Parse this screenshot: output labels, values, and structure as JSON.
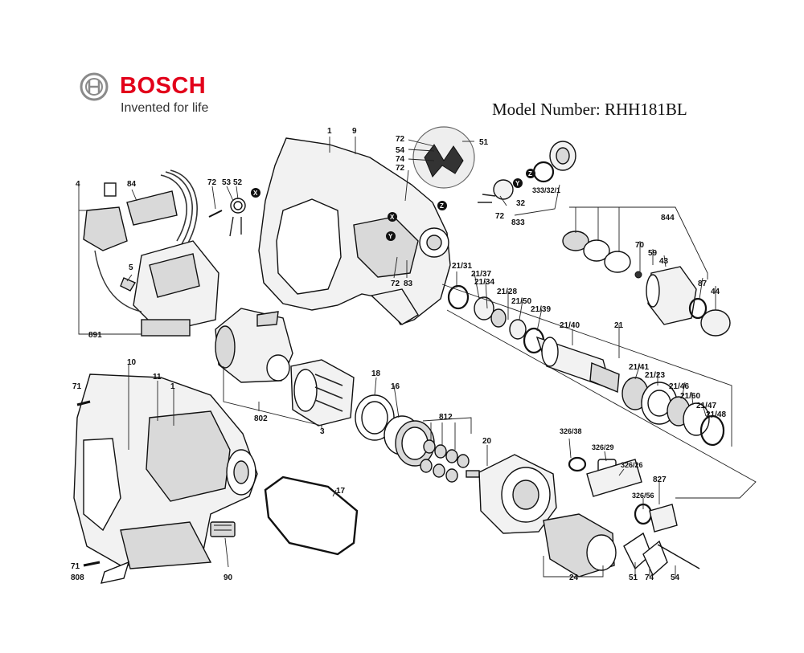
{
  "brand": {
    "name": "BOSCH",
    "tagline": "Invented for life"
  },
  "model": {
    "label": "Model Number: RHH181BL"
  },
  "callouts": [
    "1",
    "9",
    "72",
    "54",
    "74",
    "51",
    "4",
    "84",
    "53",
    "52",
    "5",
    "891",
    "83",
    "833",
    "32",
    "333/32/1",
    "844",
    "70",
    "59",
    "43",
    "87",
    "44",
    "21/31",
    "21/37",
    "21/34",
    "21/28",
    "21/50",
    "21/39",
    "21/40",
    "21",
    "21/41",
    "21/23",
    "21/46",
    "21/60",
    "21/47",
    "21/48",
    "18",
    "16",
    "802",
    "3",
    "812",
    "20",
    "10",
    "11",
    "71",
    "808",
    "17",
    "90",
    "326/38",
    "326/29",
    "326/26",
    "827",
    "326/56",
    "24"
  ],
  "markers": [
    "X",
    "Y",
    "Z"
  ]
}
